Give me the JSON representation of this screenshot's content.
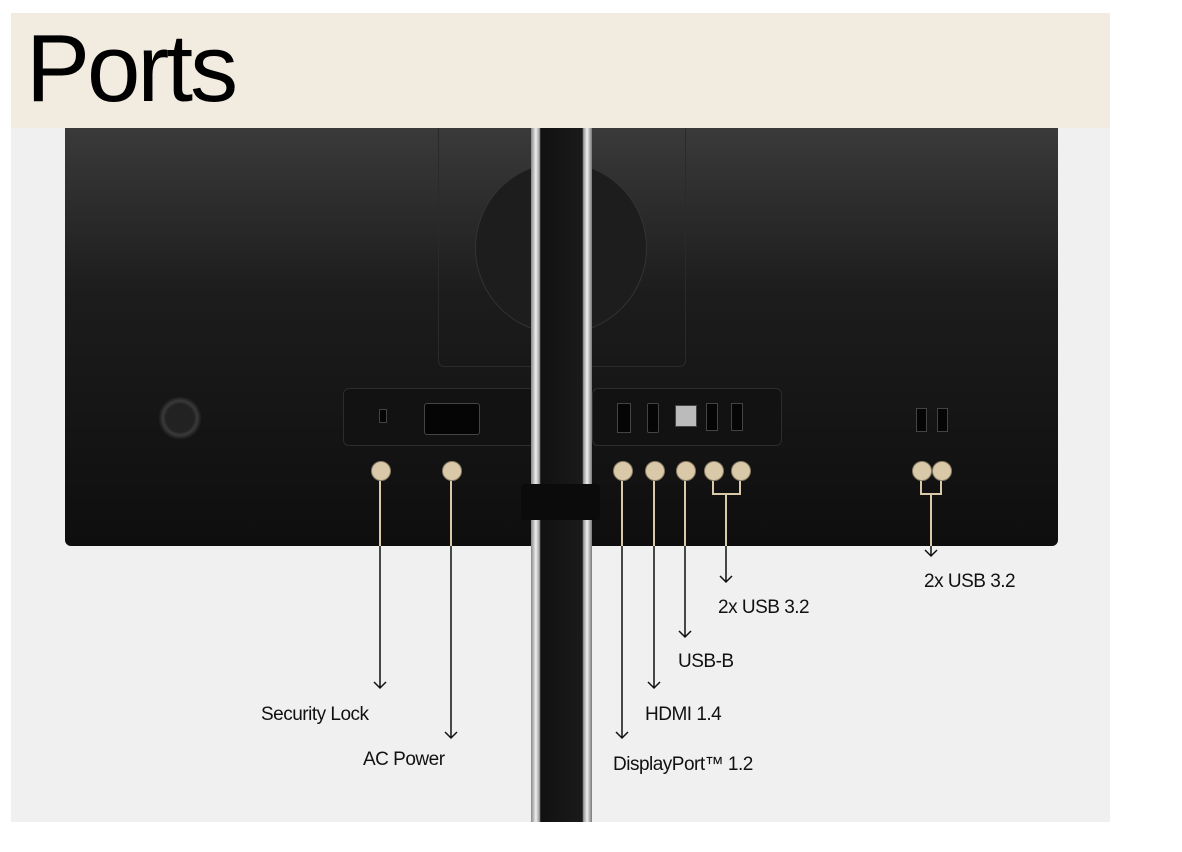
{
  "title": "Ports",
  "labels": {
    "security_lock": "Security Lock",
    "ac_power": "AC Power",
    "displayport": "DisplayPort™ 1.2",
    "hdmi": "HDMI 1.4",
    "usb_b": "USB-B",
    "usb_rear": "2x USB 3.2",
    "usb_side": "2x USB 3.2"
  },
  "colors": {
    "header_bg": "#f2ebdf",
    "marker": "#d9c9a9"
  }
}
